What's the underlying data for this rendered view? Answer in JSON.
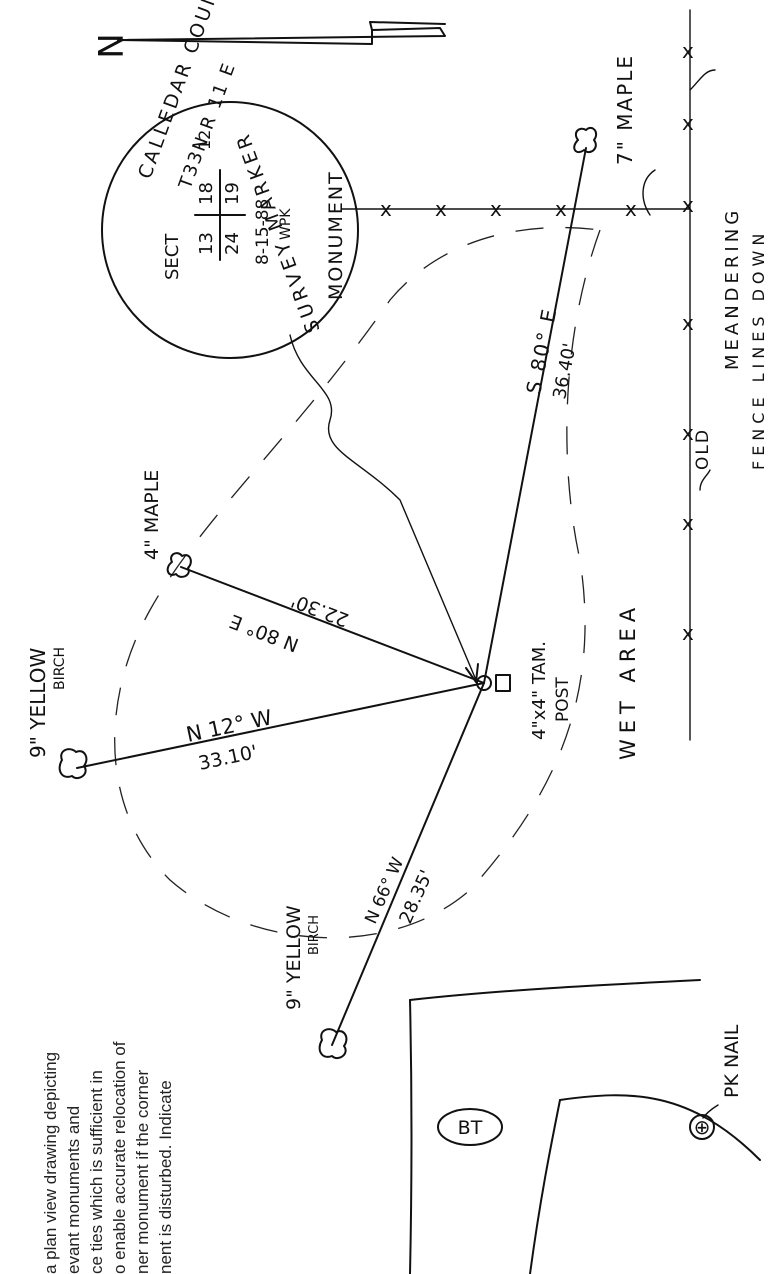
{
  "north_label": "N",
  "seal": {
    "line1": "CALLEDAR COUNTY",
    "line2": "T33N R 11 E",
    "line3": "12",
    "sect_label": "SECT",
    "sections_top": [
      "13",
      "18"
    ],
    "sections_bottom": [
      "24",
      "19"
    ],
    "date": "8-15-88",
    "initials": "WPK",
    "ring_bottom": "SURVEY MARKER"
  },
  "monument_label": "MONUMENT",
  "post_label_1": "4\"x4\" TAM.",
  "post_label_2": "POST",
  "trees": [
    {
      "label_1": "7\" MAPLE",
      "label_2": "",
      "bearing": "S 80° E",
      "distance": "36.40'"
    },
    {
      "label_1": "4\" MAPLE",
      "label_2": "",
      "bearing": "N 80° E",
      "distance": "22.30'"
    },
    {
      "label_1": "9\" YELLOW",
      "label_2": "BIRCH",
      "bearing": "N 12° W",
      "distance": "33.10'"
    },
    {
      "label_1": "9\" YELLOW",
      "label_2": "BIRCH",
      "bearing": "N 66° W",
      "distance": "28.35'"
    }
  ],
  "wet_area": "WET AREA",
  "fence_note": {
    "line1": "OLD",
    "line2": "MEANDERING",
    "line3": "FENCE LINES DOWN"
  },
  "road": {
    "bt": "BT",
    "pk_nail": "PK NAIL",
    "pk_mark": "⊕"
  },
  "instructions": [
    "a plan view drawing depicting",
    "evant monuments and",
    "ce ties which is sufficient in",
    "o enable accurate relocation of",
    "ner monument if the corner",
    "nent is disturbed. Indicate"
  ]
}
